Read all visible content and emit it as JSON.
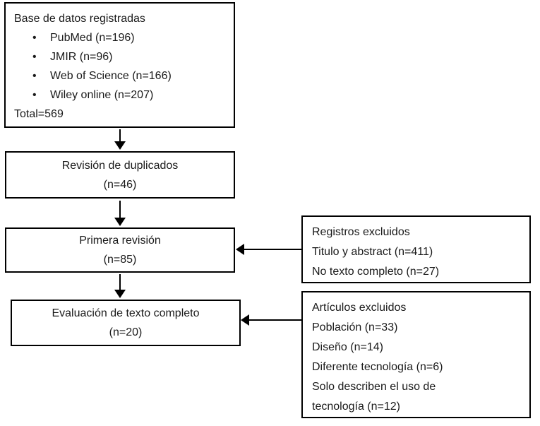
{
  "colors": {
    "border": "#000000",
    "arrow": "#000000",
    "text": "#1a1a1a",
    "background": "#ffffff"
  },
  "glyphs": {
    "bullet": "•"
  },
  "boxes": {
    "databases": {
      "title": "Base de datos registradas",
      "items": [
        "PubMed (n=196)",
        "JMIR (n=96)",
        "Web of Science (n=166)",
        "Wiley online (n=207)"
      ],
      "total": "Total=569"
    },
    "duplicates": {
      "title": "Revisión de duplicados",
      "count": "(n=46)"
    },
    "first_review": {
      "title": "Primera revisión",
      "count": "(n=85)"
    },
    "full_text": {
      "title": "Evaluación de texto completo",
      "count": "(n=20)"
    },
    "records_excluded": {
      "title": "Registros excluidos",
      "lines": [
        "Titulo y abstract (n=411)",
        "No texto completo (n=27)"
      ]
    },
    "articles_excluded": {
      "title": "Artículos excluidos",
      "lines": [
        "Población (n=33)",
        "Diseño (n=14)",
        "Diferente tecnología (n=6)",
        "Solo describen el uso de",
        "tecnología (n=12)"
      ]
    }
  }
}
